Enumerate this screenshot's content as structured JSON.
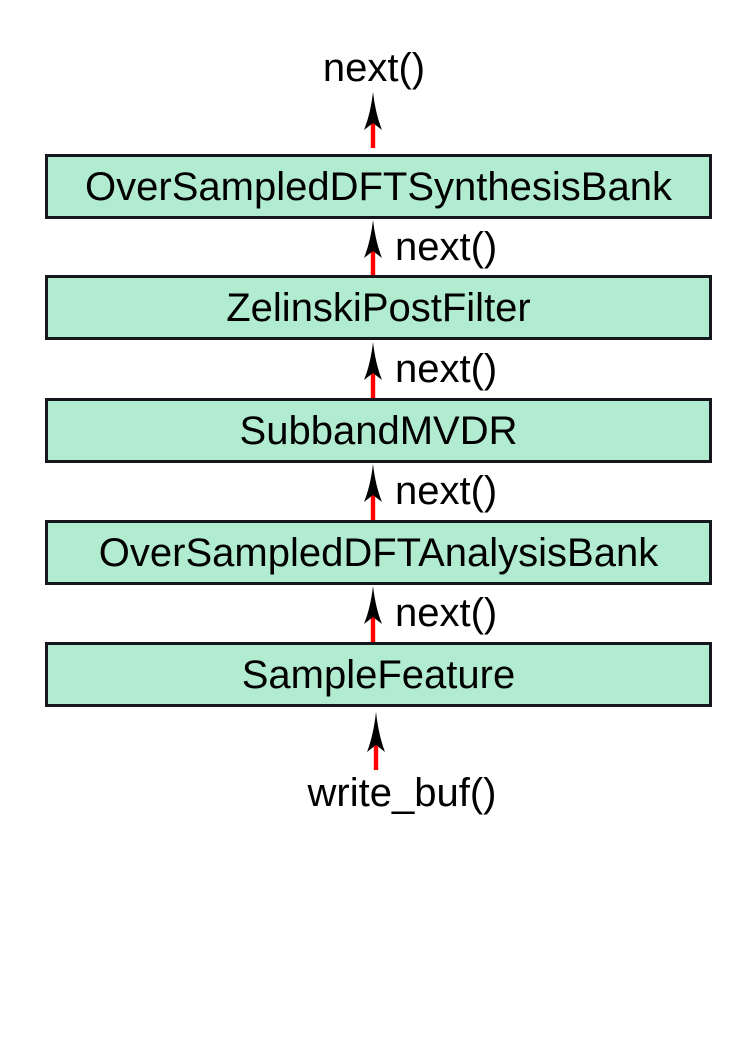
{
  "diagram": {
    "labels": {
      "top": "next()",
      "between": [
        "next()",
        "next()",
        "next()",
        "next()"
      ],
      "bottom": "write_buf()"
    },
    "boxes": [
      {
        "label": "OverSampledDFTSynthesisBank"
      },
      {
        "label": "ZelinskiPostFilter"
      },
      {
        "label": "SubbandMVDR"
      },
      {
        "label": "OverSampledDFTAnalysisBank"
      },
      {
        "label": "SampleFeature"
      }
    ],
    "colors": {
      "background": "#ffffff",
      "box_fill": "#b2ecd0",
      "box_border": "#14181d",
      "arrow_shaft": "#ff0000",
      "arrow_head": "#000000",
      "text": "#000000"
    }
  }
}
